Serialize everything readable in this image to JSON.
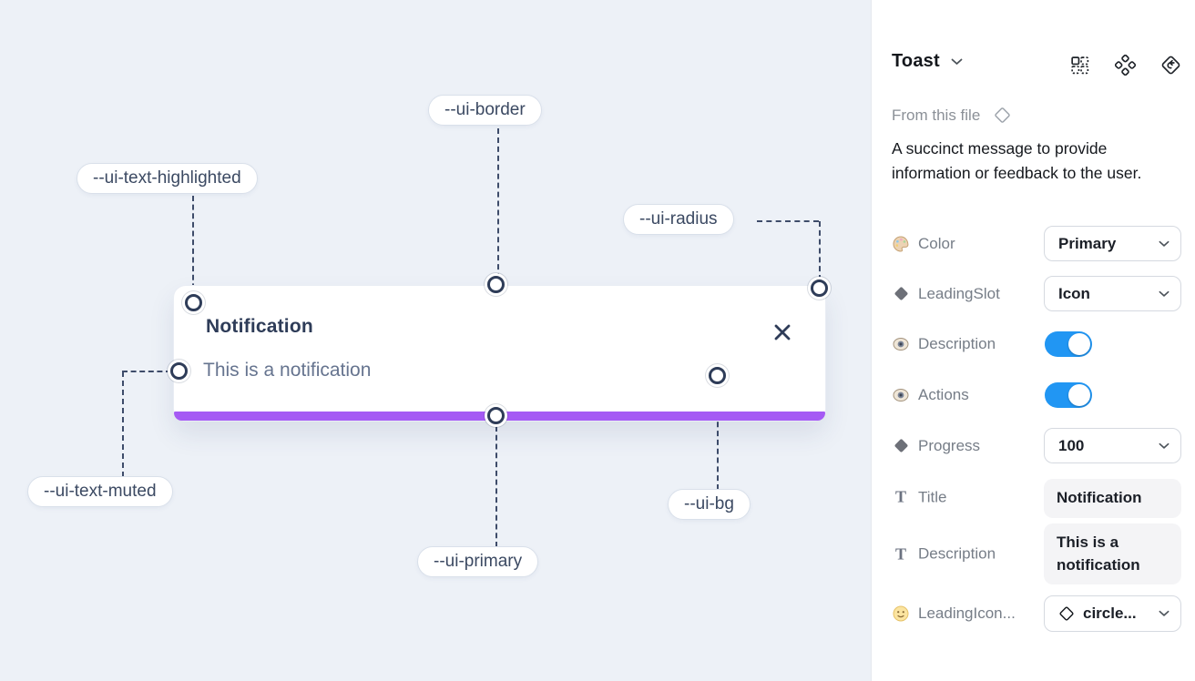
{
  "canvas": {
    "toast": {
      "title": "Notification",
      "description": "This is a notification"
    },
    "labels": [
      {
        "id": "ui-border",
        "text": "--ui-border"
      },
      {
        "id": "ui-text-highlighted",
        "text": "--ui-text-highlighted"
      },
      {
        "id": "ui-radius",
        "text": "--ui-radius"
      },
      {
        "id": "ui-text-muted",
        "text": "--ui-text-muted"
      },
      {
        "id": "ui-primary",
        "text": "--ui-primary"
      },
      {
        "id": "ui-bg",
        "text": "--ui-bg"
      }
    ]
  },
  "panel": {
    "component_name": "Toast",
    "source_label": "From this file",
    "description": "A succinct message to provide information or feedback to the user.",
    "properties": [
      {
        "label": "Color",
        "type": "select",
        "value": "Primary",
        "icon": "palette-icon"
      },
      {
        "label": "LeadingSlot",
        "type": "select",
        "value": "Icon",
        "icon": "diamond-icon"
      },
      {
        "label": "Description",
        "type": "toggle",
        "value": "on",
        "icon": "eye-icon"
      },
      {
        "label": "Actions",
        "type": "toggle",
        "value": "on",
        "icon": "eye-icon"
      },
      {
        "label": "Progress",
        "type": "select",
        "value": "100",
        "icon": "diamond-icon"
      },
      {
        "label": "Title",
        "type": "text",
        "value": "Notification",
        "icon": "text-icon"
      },
      {
        "label": "Description",
        "type": "text",
        "value": "This is a notification",
        "icon": "text-icon"
      },
      {
        "label": "LeadingIcon...",
        "type": "select",
        "value": "circle...",
        "icon": "smiley-icon"
      }
    ]
  },
  "colors": {
    "canvas_bg": "#edf1f7",
    "primary_purple": "#a55af4",
    "toggle_blue": "#2196f3",
    "text_highlighted": "#2e3c58",
    "text_muted": "#66748f"
  }
}
